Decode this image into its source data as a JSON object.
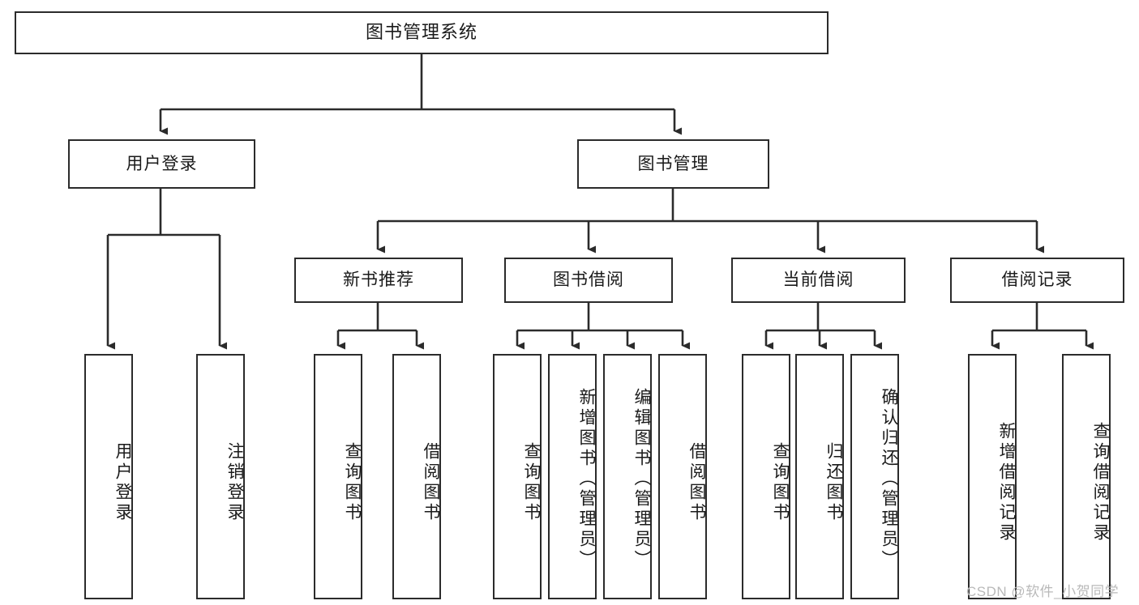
{
  "diagram": {
    "title": "图书管理系统",
    "type": "tree-hierarchy",
    "theme": {
      "background": "#ffffff",
      "node_border": "#2b2b2b",
      "node_fill": "#ffffff",
      "edge_color": "#2b2b2b",
      "text_color": "#1a1a1a",
      "watermark_color": "#b9b9b9"
    },
    "root": {
      "label": "图书管理系统"
    },
    "level2": [
      {
        "label": "用户登录"
      },
      {
        "label": "图书管理"
      }
    ],
    "level3": [
      {
        "label": "新书推荐"
      },
      {
        "label": "图书借阅"
      },
      {
        "label": "当前借阅"
      },
      {
        "label": "借阅记录"
      }
    ],
    "leaves": [
      {
        "label": "用户登录",
        "parent": "用户登录"
      },
      {
        "label": "注销登录",
        "parent": "用户登录"
      },
      {
        "label": "查询图书",
        "parent": "新书推荐"
      },
      {
        "label": "借阅图书",
        "parent": "新书推荐"
      },
      {
        "label": "查询图书",
        "parent": "图书借阅"
      },
      {
        "label": "新增图书（管理员）",
        "parent": "图书借阅"
      },
      {
        "label": "编辑图书（管理员）",
        "parent": "图书借阅"
      },
      {
        "label": "借阅图书",
        "parent": "图书借阅"
      },
      {
        "label": "查询图书",
        "parent": "当前借阅"
      },
      {
        "label": "归还图书",
        "parent": "当前借阅"
      },
      {
        "label": "确认归还（管理员）",
        "parent": "当前借阅"
      },
      {
        "label": "新增借阅记录",
        "parent": "借阅记录"
      },
      {
        "label": "查询借阅记录",
        "parent": "借阅记录"
      }
    ],
    "watermark": "CSDN @软件_小贺同学"
  }
}
